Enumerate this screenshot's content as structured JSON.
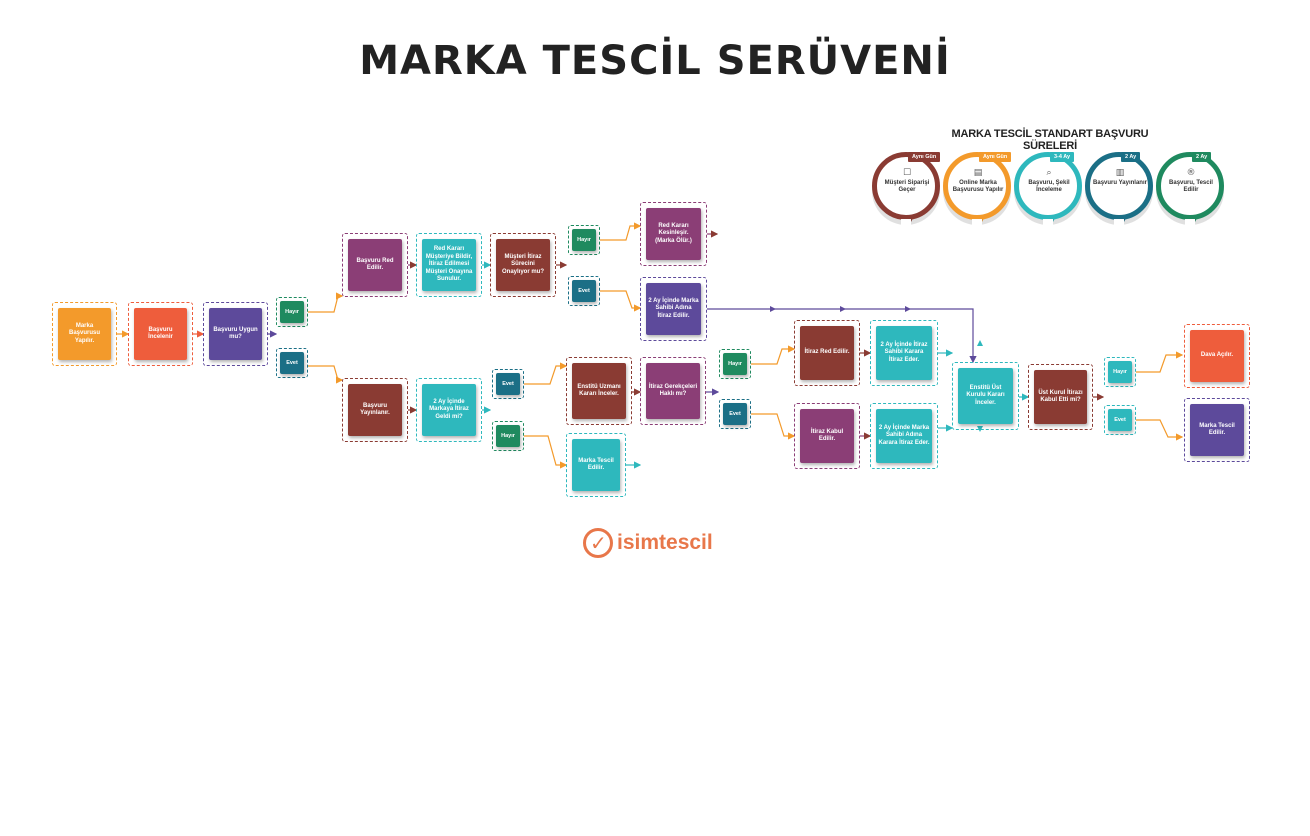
{
  "title": "MARKA TESCİL SERÜVENİ",
  "standard_title": "MARKA TESCİL STANDART BAŞVURU SÜRELERİ",
  "colors": {
    "orange": "#f39a2b",
    "red_orange": "#ee5d3c",
    "purple": "#5d4a9b",
    "plum": "#8b3e76",
    "teal": "#2eb8bd",
    "brown": "#8a3b33",
    "green": "#1f8a5f",
    "blue": "#1b6f86"
  },
  "nodes": {
    "basvuru_yapilir": "Marka Başvurusu Yapılır.",
    "basvuru_incelenir": "Başvuru İncelenir",
    "uygun_mu": "Başvuru Uygun mu?",
    "hayir1": "Hayır",
    "evet1": "Evet",
    "red_edilir": "Başvuru Red Edilir.",
    "red_karari_bildirilir": "Red Kararı Müşteriye Bildir, İtiraz Edilmesi Müşteri Onayına Sunulur.",
    "musteri_itiraz": "Müşteri İtiraz Sürecini Onaylıyor mu?",
    "hayir2": "Hayır",
    "evet2": "Evet",
    "red_kesinlesir": "Red Kararı Kesinleşir. (Marka Ölür.)",
    "iki_ay_marka_sahibi": "2 Ay İçinde Marka Sahibi Adına İtiraz Edilir.",
    "yayinlanir": "Başvuru Yayınlanır.",
    "iki_ay_itiraz_geldi": "2 Ay İçinde Markaya İtiraz Geldi mi?",
    "evet3": "Evet",
    "hayir3": "Hayır",
    "enstitu_uzmani": "Enstitü Uzmanı Kararı İnceler.",
    "gerekcesi": "İtiraz Gerekçeleri Haklı mı?",
    "tescil_edilir1": "Marka Tescil Edilir.",
    "hayir4": "Hayır",
    "evet4": "Evet",
    "itiraz_red": "İtiraz Red Edilir.",
    "itiraz_kabul": "İtiraz Kabul Edilir.",
    "iki_ay_itiraz_sahibi": "2 Ay İçinde İtiraz Sahibi Karara İtiraz Eder.",
    "iki_ay_sahibi_karara": "2 Ay İçinde Marka Sahibi Adına Karara İtiraz Eder.",
    "ust_kurul_inceler": "Enstitü Üst Kurulu Kararı İnceler.",
    "ust_kurul_kabul": "Üst Kurul İtirazı Kabul Etti mi?",
    "hayir5": "Hayır",
    "evet5": "Evet",
    "dava_acilir": "Dava Açılır.",
    "tescil_edilir2": "Marka Tescil Edilir."
  },
  "steps": [
    {
      "badge": "Aynı Gün",
      "label": "Müşteri Siparişi Geçer",
      "icon": "clipboard-icon",
      "glyph": "☐",
      "color": "#8a3b33"
    },
    {
      "badge": "Aynı Gün",
      "label": "Online Marka Başvurusu Yapılır",
      "icon": "document-icon",
      "glyph": "▤",
      "color": "#f39a2b"
    },
    {
      "badge": "3-4 Ay",
      "label": "Başvuru, Şekil İnceleme",
      "icon": "magnifier-icon",
      "glyph": "⌕",
      "color": "#2eb8bd"
    },
    {
      "badge": "2 Ay",
      "label": "Başvuru Yayınlanır",
      "icon": "book-icon",
      "glyph": "▥",
      "color": "#1b6f86"
    },
    {
      "badge": "2 Ay",
      "label": "Başvuru, Tescil Edilir",
      "icon": "registered-icon",
      "glyph": "®",
      "color": "#1f8a5f"
    }
  ],
  "brand": {
    "name": "isimtescil",
    "icon": "check-circle-icon",
    "glyph": "✓"
  }
}
